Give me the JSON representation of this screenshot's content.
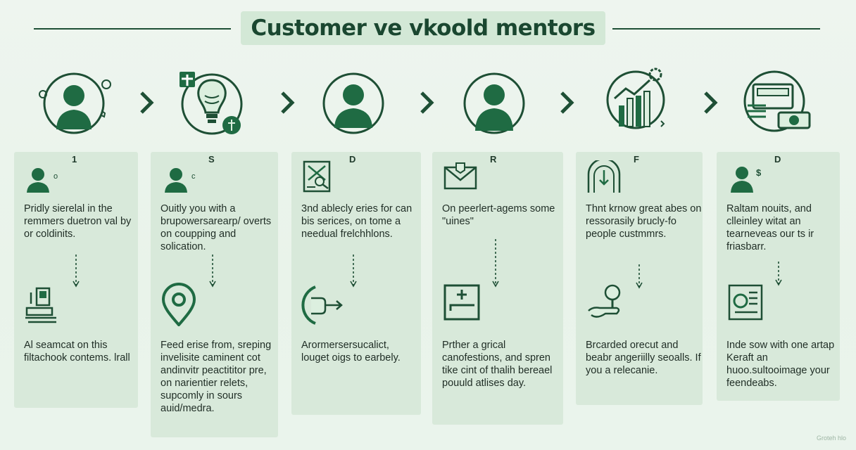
{
  "title": "Customer ve vkoold mentors",
  "colors": {
    "accent": "#1e4f35",
    "icon_green": "#1f6b43",
    "card_bg": "#d8e9da",
    "title_bg": "#d3e8d6"
  },
  "steps": [
    {
      "top_icon": "person-icon",
      "letter": "1",
      "small_icon": "person-icon",
      "small_icon_mark": "o",
      "text1": "Pridly sierelal in the remmers duetron val by or coldinits.",
      "bottom_icon": "desk-computer-icon",
      "text2": "Al seamcat on this filtachook contems. lrall"
    },
    {
      "top_icon": "lightbulb-icon",
      "letter": "S",
      "small_icon": "person-icon",
      "small_icon_mark": "c",
      "text1": "Ouitly you with a brupowersarearp/ overts on coupping and solication.",
      "bottom_icon": "location-pin-icon",
      "text2": "Feed erise from, sreping invelisite caminent cot andinvitr peactititor pre, on narientier relets, supcomly in sours auid/medra."
    },
    {
      "top_icon": "person-icon",
      "letter": "D",
      "small_icon": "document-icon",
      "small_icon_mark": "",
      "text1": "3nd ablecly eries for can bis serices, on tome a needual frelchhlons.",
      "bottom_icon": "hand-pointer-icon",
      "text2": "Arormersersucalict, louget oigs to earbely."
    },
    {
      "top_icon": "person-icon",
      "letter": "R",
      "small_icon": "envelope-icon",
      "small_icon_mark": "",
      "text1": "On peerlert-agems some \"uines\"",
      "bottom_icon": "add-window-icon",
      "text2": "Prther a grical canofestions, and spren tike cint of thalih bereael pouuld atlises day."
    },
    {
      "top_icon": "bar-chart-icon",
      "letter": "F",
      "small_icon": "arch-icon",
      "small_icon_mark": "",
      "text1": "Thnt krnow great abes on ressorasily brucly-fo people custmmrs.",
      "bottom_icon": "hand-microphone-icon",
      "text2": "Brcarded orecut and beabr angeriilly seoalls. If you a relecanie."
    },
    {
      "top_icon": "screen-money-icon",
      "letter": "D",
      "small_icon": "person-icon",
      "small_icon_mark": "$",
      "text1": "Raltam nouits, and clleinley witat an tearneveas our ts ir friasbarr.",
      "bottom_icon": "report-icon",
      "text2": "Inde sow with one artap Keraft an huoo.sultooimage your feendeabs."
    }
  ],
  "watermark": "Groteh hlo"
}
